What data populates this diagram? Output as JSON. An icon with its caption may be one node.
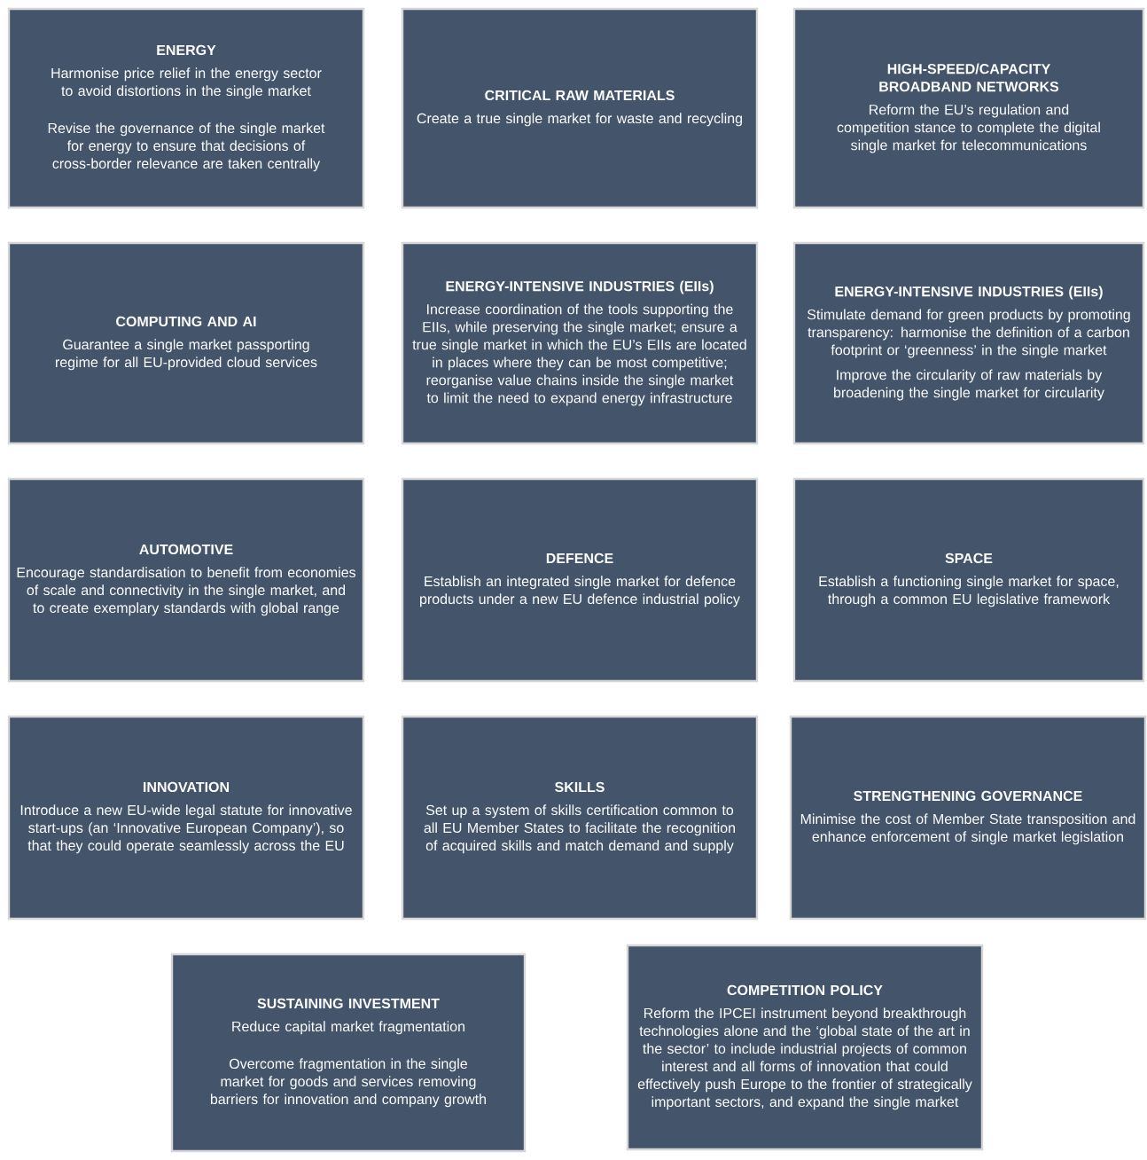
{
  "diagram": {
    "nodes": [
      {
        "text": [
          "ENERGY",
          "Harmonise price relief in the energy sector to avoid distortions in the single market",
          "Revise the governance of the single market for energy to ensure that decisions of cross-border relevance are taken centrally"
        ]
      },
      {
        "text": [
          "CRITICAL RAW MATERIALS",
          "Create a true single market for waste and recycling"
        ]
      },
      {
        "text": [
          "HIGH-SPEED/CAPACITY BROADBAND NETWORKS",
          "Reform the EU’s regulation and competition stance to complete the digital single market for telecommunications"
        ]
      },
      {
        "text": [
          "COMPUTING AND AI",
          "Guarantee a single market passporting regime for all EU-provided cloud services"
        ]
      },
      {
        "text": [
          "ENERGY-INTENSIVE INDUSTRIES (EIIs)",
          "Increase coordination of the tools supporting the EIIs, while preserving the single market; ensure a true single market in which the EU’s EIIs are located in places where they can be most competitive; reorganise value chains inside the single market to limit the need to expand energy infrastructure"
        ]
      },
      {
        "text": [
          "ENERGY-INTENSIVE INDUSTRIES (EIIs)",
          "Stimulate demand for green products by promoting transparency: harmonise the definition of a carbon footprint or ‘greenness’ in the single market",
          "Improve the circularity of raw materials by broadening the single market for circularity"
        ]
      },
      {
        "text": [
          "AUTOMOTIVE",
          "Encourage standardisation to benefit from economies of scale and connectivity in the single market, and to create exemplary standards with global range"
        ]
      },
      {
        "text": [
          "DEFENCE",
          "Establish an integrated single market for defence products under a new EU defence industrial policy"
        ]
      },
      {
        "text": [
          "SPACE",
          "Establish a functioning single market for space, through a common EU legislative framework"
        ]
      },
      {
        "text": [
          "INNOVATION",
          "Introduce a new EU-wide legal statute for innovative start-ups (an ‘Innovative European Company’), so that they could operate seamlessly across the EU"
        ]
      },
      {
        "text": [
          "SKILLS",
          "Set up a system of skills certification common to all EU Member States to facilitate the recognition of acquired skills and match demand and supply"
        ]
      },
      {
        "text": [
          "STRENGTHENING GOVERNANCE",
          "Minimise the cost of Member State transposition and enhance enforcement of single market legislation"
        ]
      },
      {
        "text": [
          "SUSTAINING INVESTMENT",
          "Reduce capital market fragmentation",
          "Overcome fragmentation in the single market for goods and services removing barriers for innovation and company growth"
        ]
      },
      {
        "text": [
          "COMPETITION POLICY",
          "Reform the IPCEI instrument beyond breakthrough technologies alone and the ‘global state of the art in the sector’ to include industrial projects of common interest and all forms of innovation that could effectively push Europe to the frontier of strategically important sectors, and expand the single market"
        ]
      }
    ]
  }
}
